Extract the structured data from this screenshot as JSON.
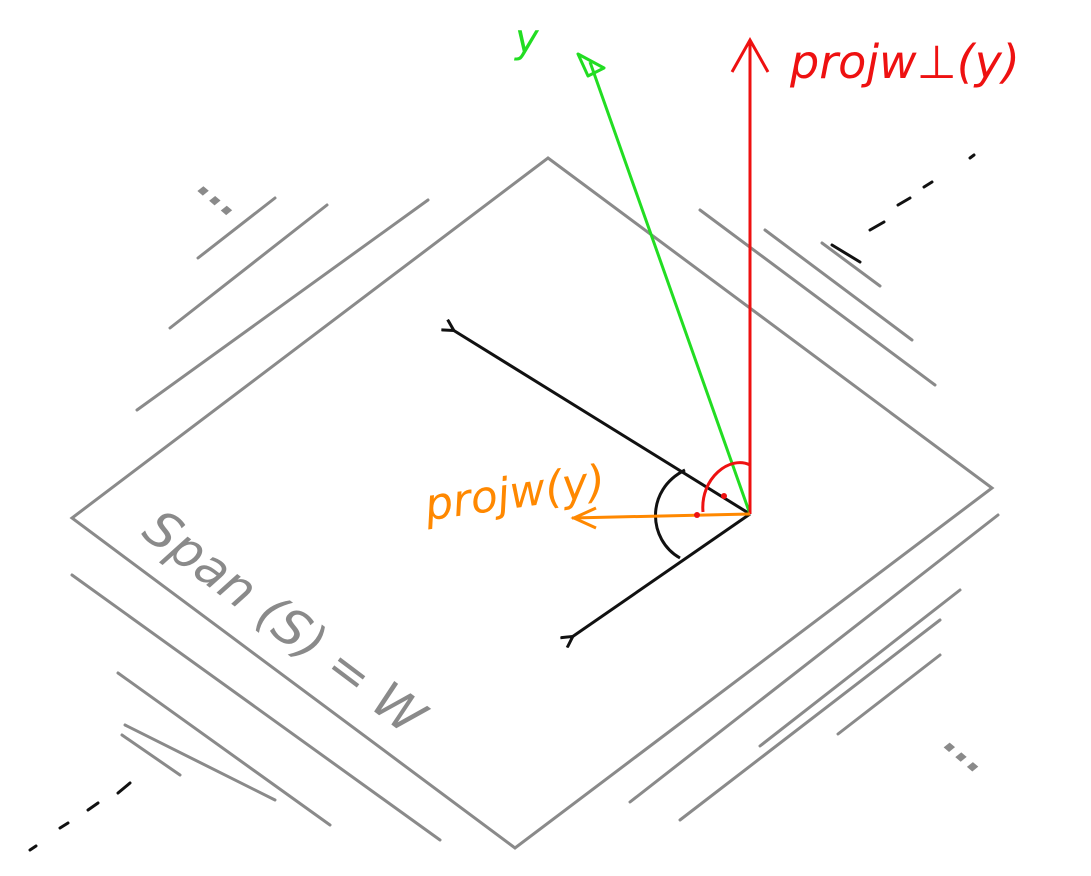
{
  "labels": {
    "y": "y",
    "proj_w_perp": "projw⊥(y)",
    "proj_w": "projw(y)",
    "span": "Span (S) = W",
    "ellipsis": "..."
  },
  "colors": {
    "plane": "#8a8a8a",
    "basis": "#111111",
    "y_vector": "#22dd22",
    "perp_vector": "#ee1111",
    "proj_vector": "#ff8800"
  }
}
